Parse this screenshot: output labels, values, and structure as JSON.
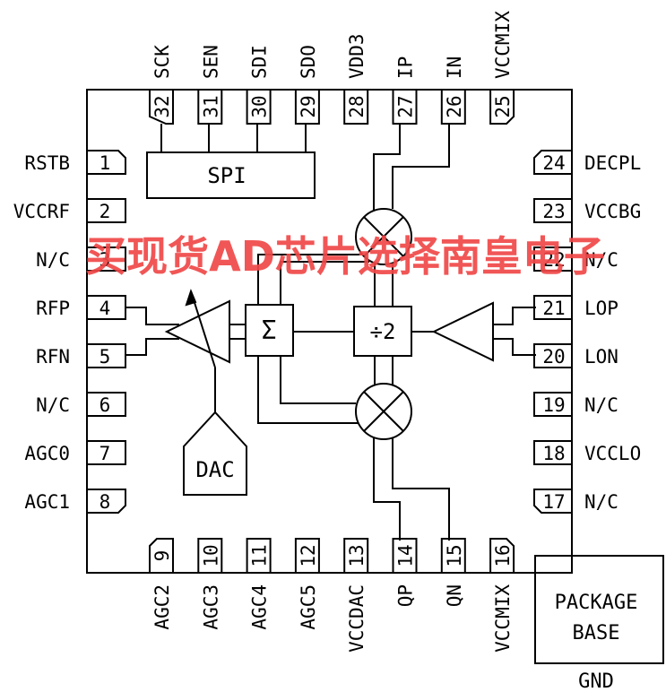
{
  "chip": {
    "pins_left": [
      {
        "num": "1",
        "name": "RSTB"
      },
      {
        "num": "2",
        "name": "VCCRF"
      },
      {
        "num": "3",
        "name": "N/C"
      },
      {
        "num": "4",
        "name": "RFP"
      },
      {
        "num": "5",
        "name": "RFN"
      },
      {
        "num": "6",
        "name": "N/C"
      },
      {
        "num": "7",
        "name": "AGC0"
      },
      {
        "num": "8",
        "name": "AGC1"
      }
    ],
    "pins_right": [
      {
        "num": "24",
        "name": "DECPL"
      },
      {
        "num": "23",
        "name": "VCCBG"
      },
      {
        "num": "22",
        "name": "N/C"
      },
      {
        "num": "21",
        "name": "LOP"
      },
      {
        "num": "20",
        "name": "LON"
      },
      {
        "num": "19",
        "name": "N/C"
      },
      {
        "num": "18",
        "name": "VCCLO"
      },
      {
        "num": "17",
        "name": "N/C"
      }
    ],
    "pins_top": [
      {
        "num": "32",
        "name": "SCK"
      },
      {
        "num": "31",
        "name": "SEN"
      },
      {
        "num": "30",
        "name": "SDI"
      },
      {
        "num": "29",
        "name": "SDO"
      },
      {
        "num": "28",
        "name": "VDD3"
      },
      {
        "num": "27",
        "name": "IP"
      },
      {
        "num": "26",
        "name": "IN"
      },
      {
        "num": "25",
        "name": "VCCMIX"
      }
    ],
    "pins_bottom": [
      {
        "num": "9",
        "name": "AGC2"
      },
      {
        "num": "10",
        "name": "AGC3"
      },
      {
        "num": "11",
        "name": "AGC4"
      },
      {
        "num": "12",
        "name": "AGC5"
      },
      {
        "num": "13",
        "name": "VCCDAC"
      },
      {
        "num": "14",
        "name": "QP"
      },
      {
        "num": "15",
        "name": "QN"
      },
      {
        "num": "16",
        "name": "VCCMIX"
      }
    ]
  },
  "blocks": {
    "spi": "SPI",
    "dac": "DAC",
    "sum": "Σ",
    "divider": "÷2"
  },
  "package": {
    "line1": "PACKAGE",
    "line2": "BASE",
    "gnd": "GND"
  },
  "watermark": "买现货AD芯片选择南皇电子"
}
